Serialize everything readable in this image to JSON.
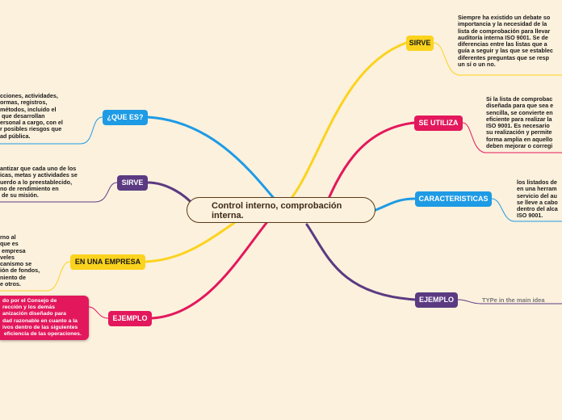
{
  "central_topic": {
    "label": "Control interno, comprobación\ninterna."
  },
  "right_topics": [
    {
      "label": "SIRVE",
      "bg": "#fbd31d",
      "fg": "#1a1a1a"
    },
    {
      "label": "SE UTILIZA",
      "bg": "#e3185c",
      "fg": "#ffffff"
    },
    {
      "label": "CARACTERISTICAS",
      "bg": "#1e9be5",
      "fg": "#ffffff"
    },
    {
      "label": "EJEMPLO",
      "bg": "#5b3a82",
      "fg": "#ffffff"
    }
  ],
  "left_topics": [
    {
      "label": "¿QUE ES?",
      "bg": "#1e9be5",
      "fg": "#ffffff"
    },
    {
      "label": "SIRVE",
      "bg": "#5b3a82",
      "fg": "#ffffff"
    },
    {
      "label": "EN UNA EMPRESA",
      "bg": "#fbd31d",
      "fg": "#1a1a1a"
    },
    {
      "label": "EJEMPLO",
      "bg": "#e3185c",
      "fg": "#ffffff"
    }
  ],
  "right_notes": [
    "Siempre ha existido un debate so\nimportancia y la necesidad de la\nlista de comprobación para llevar\nauditoría interna ISO 9001. Se de\ndiferencias entre las listas que a\nguía a seguir y las que se establec\ndiferentes preguntas que se resp\nun sí o un no.",
    "Si la lista de comprobac\ndiseñada para que sea e\nsencilla, se convierte en\neficiente para realizar la\nISO 9001. Es necesario\nsu realización y permite\nforma amplia en aquello\ndeben mejorar o corregi",
    "los listados de\nen una herram\nservicio del au\nse lleve a cabo\ndentro del alca\nISO 9001."
  ],
  "left_notes": [
    "cciones, actividades,\normas, registros,\nmétodos, incluido el\n que desarrollan\nersonal a cargo, con el\nr posibles riesgos que\nad pública.",
    "antizar que cada uno de los\nicas, metas y actividades se\nuerdo a lo preestablecido,\nno de rendimiento en\n de su misión.",
    "rno al\nque es\n empresa\nveles\ncanismo se\nión de fondos,\nniento de\ne otros.",
    "do por el Consejo de\nrección y los demás\nanización diseñado para\ndad razonable en cuanto a la\nivos dentro de las siguientes\n eficiencia de las operaciones."
  ],
  "placeholder_text": "TYPe in the main idea",
  "colors": {
    "background": "#fcf1dd",
    "yellow": "#fbd31d",
    "pink": "#e3185c",
    "blue": "#1e9be5",
    "purple": "#5b3a82",
    "central_border": "#5a3a1a"
  }
}
